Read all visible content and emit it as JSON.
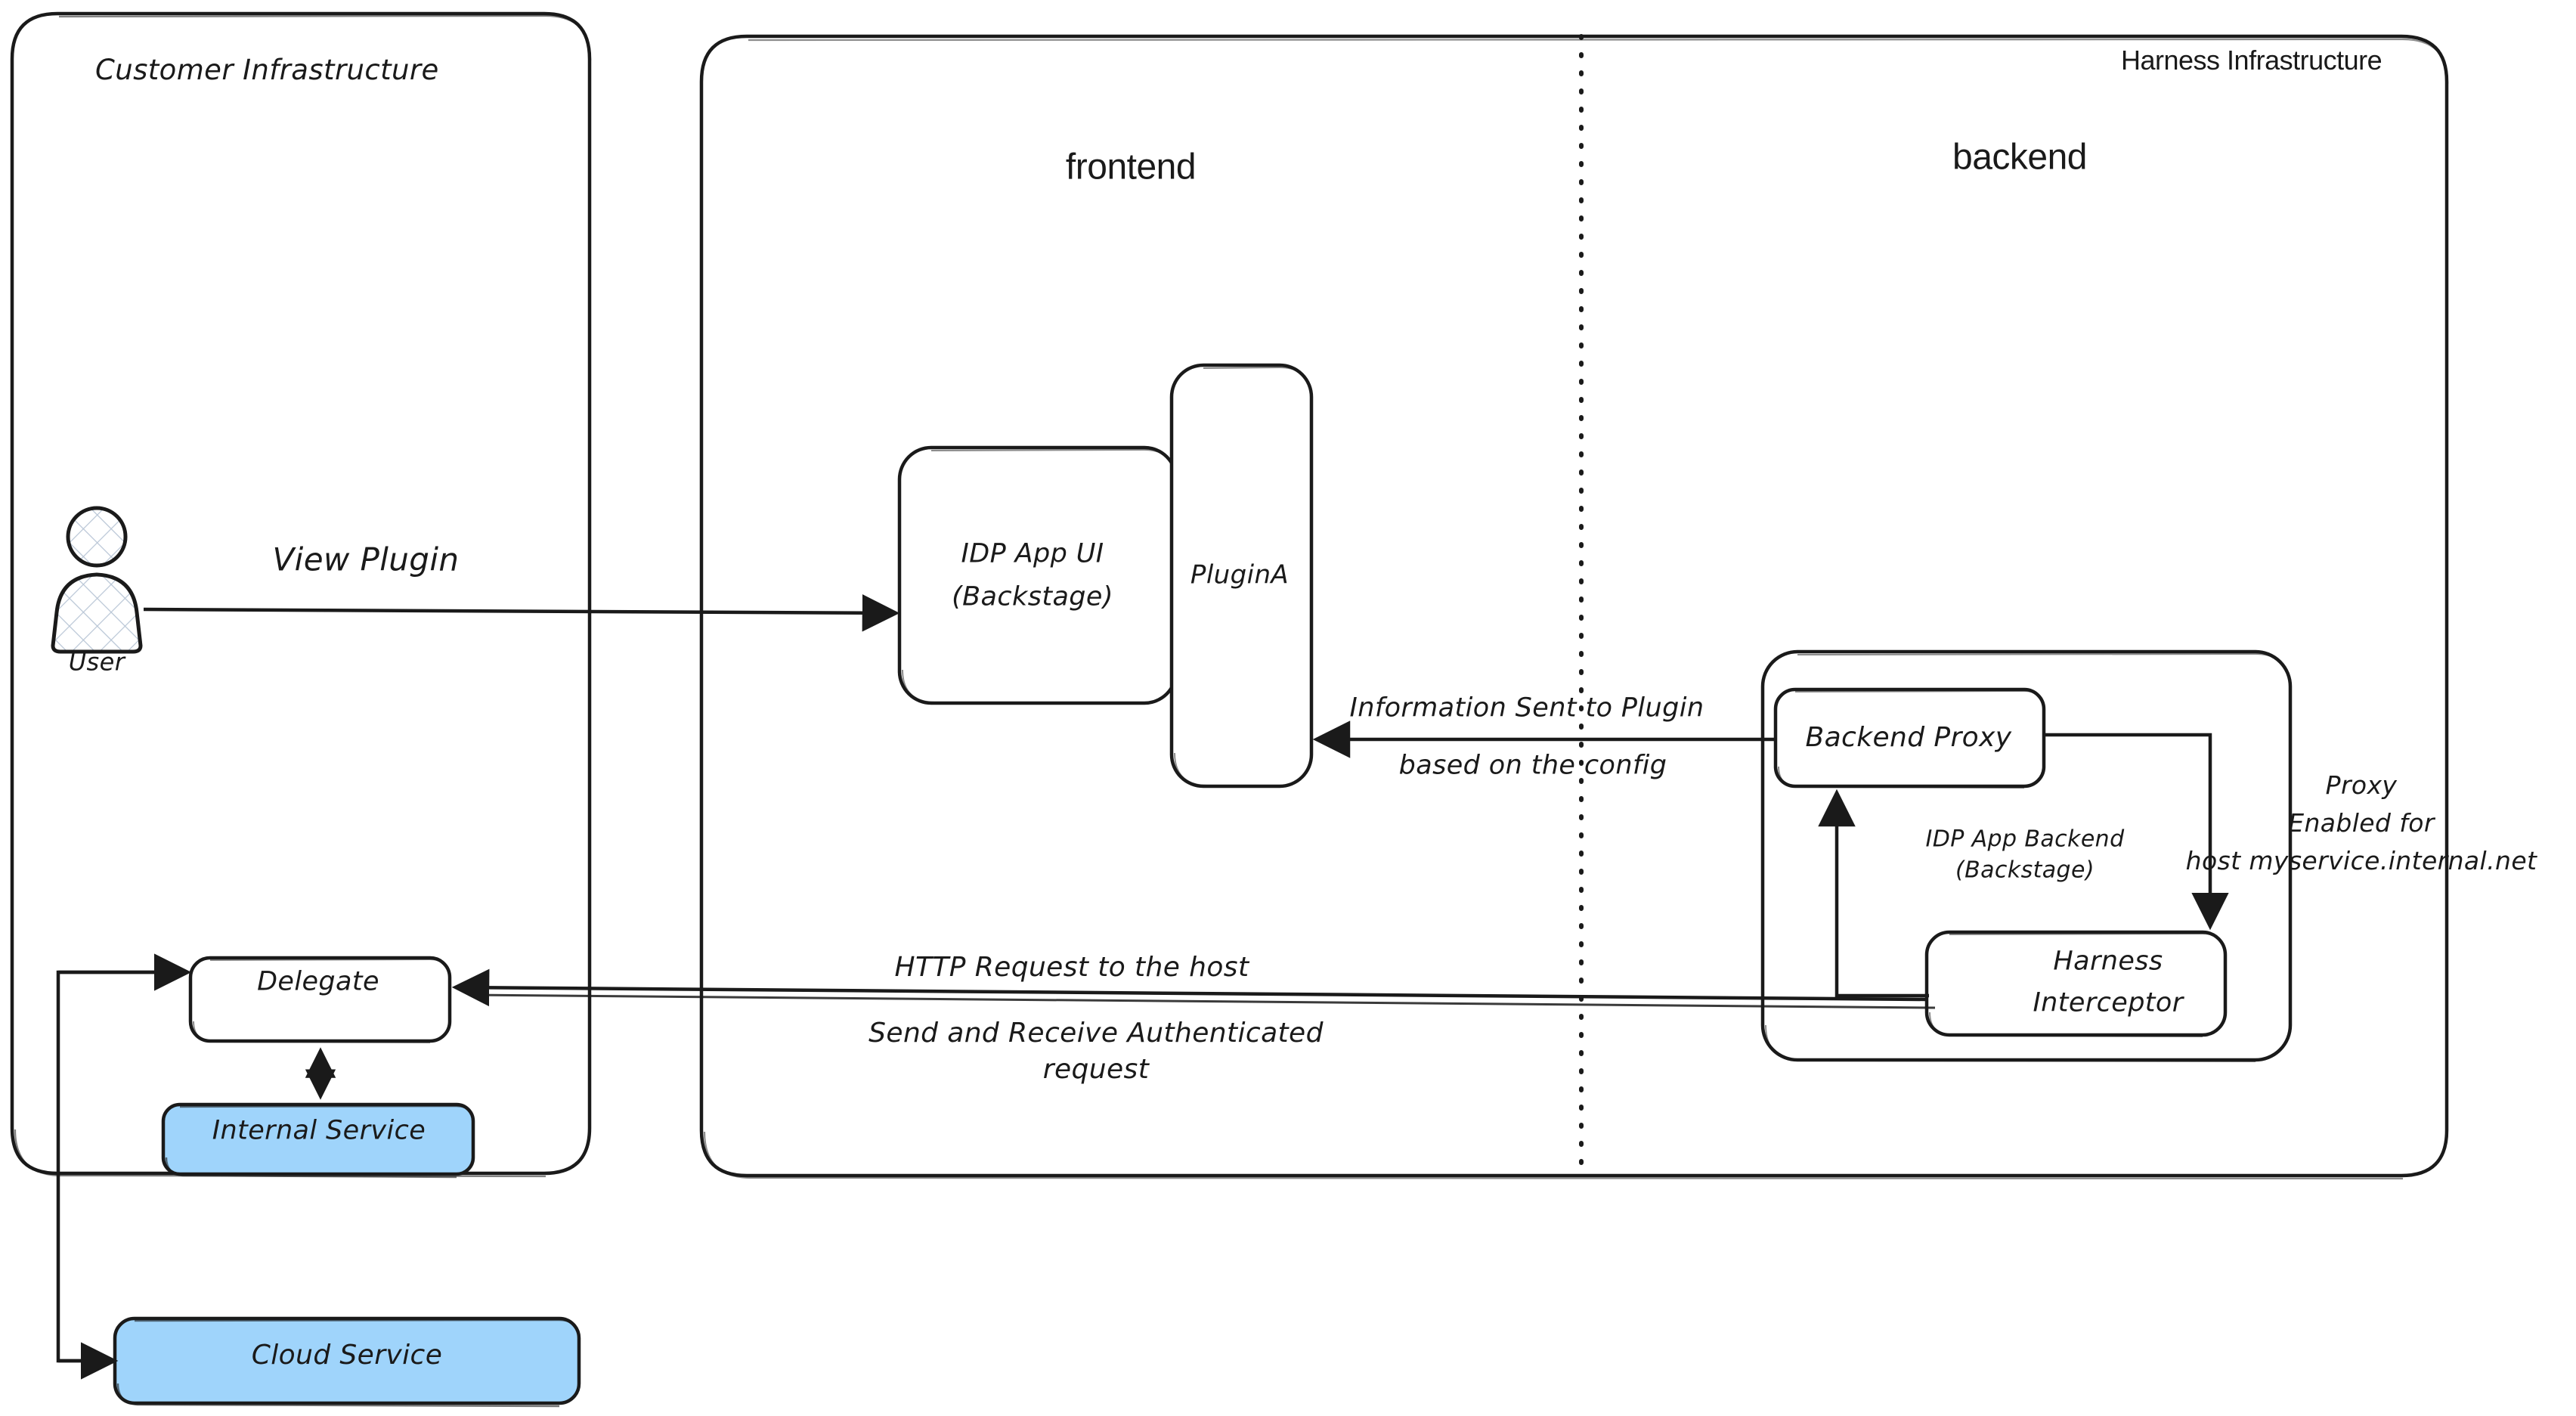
{
  "diagram": {
    "title": "Harness IDP Plugin Proxy Architecture",
    "colors": {
      "stroke": "#1a1a1a",
      "background": "#ffffff",
      "service_fill": "#9fd4fb",
      "text": "#1a1a1a"
    }
  },
  "zones": {
    "customer": {
      "label": "Customer Infrastructure"
    },
    "harness": {
      "label": "Harness Infrastructure",
      "frontend_label": "frontend",
      "backend_label": "backend",
      "divider": "dotted-vertical-divider"
    }
  },
  "actors": {
    "user": {
      "label": "User",
      "icon": "person-icon"
    }
  },
  "nodes": {
    "idp_app_ui": {
      "line1": "IDP App UI",
      "line2": "(Backstage)"
    },
    "plugin_a": {
      "label": "PluginA"
    },
    "idp_app_backend": {
      "line1": "IDP App Backend",
      "line2": "(Backstage)"
    },
    "backend_proxy": {
      "label": "Backend Proxy"
    },
    "harness_interceptor": {
      "line1": "Harness",
      "line2": "Interceptor"
    },
    "delegate": {
      "label": "Delegate"
    },
    "internal_service": {
      "label": "Internal Service"
    },
    "cloud_service": {
      "label": "Cloud Service"
    }
  },
  "edges": {
    "view_plugin": {
      "label": "View Plugin",
      "from": "User",
      "to": "IDP App UI (Backstage)"
    },
    "info_to_plugin": {
      "line1": "Information Sent to Plugin",
      "line2": "based on the config",
      "from": "Backend Proxy",
      "to": "PluginA"
    },
    "proxy_enabled": {
      "line1": "Proxy",
      "line2": "Enabled for",
      "line3": "host myservice.internal.net"
    },
    "http_request": {
      "line1": "HTTP Request to the host",
      "line2": "Send and Receive Authenticated",
      "line3": "request",
      "from": "Harness Interceptor",
      "to": "Delegate"
    }
  }
}
